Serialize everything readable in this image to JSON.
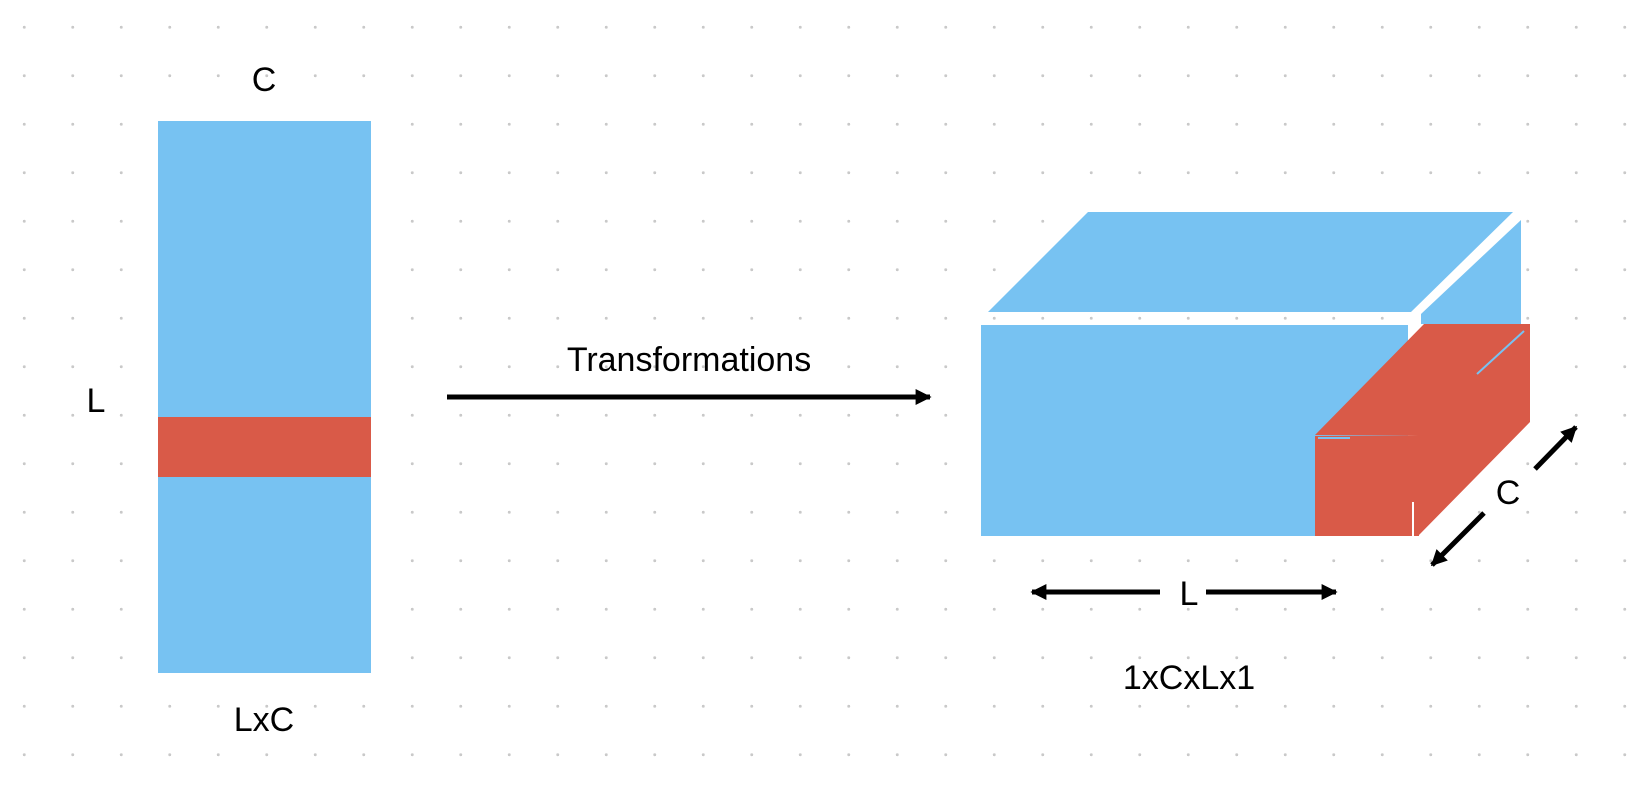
{
  "labels": {
    "matrix_width": "C",
    "matrix_height": "L",
    "matrix_shape": "LxC",
    "transform": "Transformations",
    "box_length": "L",
    "box_depth": "C",
    "box_shape": "1xCxLx1"
  },
  "colors": {
    "tensor": "#77c2f2",
    "highlight": "#d95a48",
    "arrow": "#000000",
    "background": "#ffffff",
    "grid_dot": "#c9c9c9"
  }
}
